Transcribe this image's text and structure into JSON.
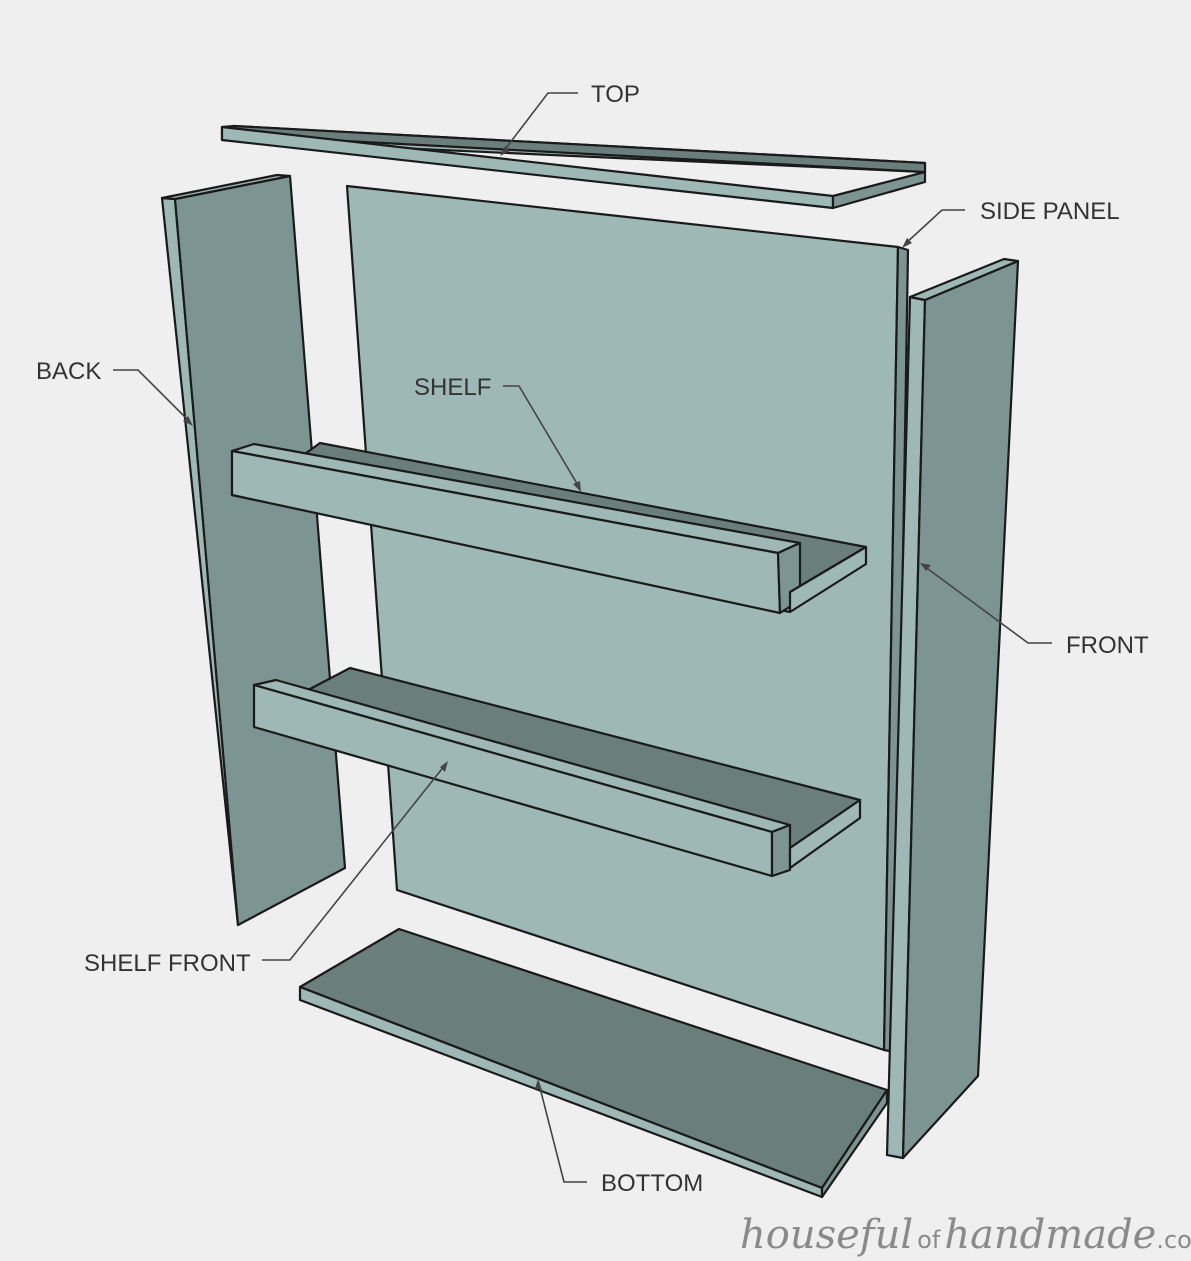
{
  "labels": {
    "top": "TOP",
    "side_panel": "SIDE PANEL",
    "back": "BACK",
    "shelf": "SHELF",
    "front": "FRONT",
    "shelf_front": "SHELF FRONT",
    "bottom": "BOTTOM"
  },
  "watermark": {
    "part1": "houseful",
    "part2": "of",
    "part3": "handmade",
    "part4": ".com"
  },
  "colors": {
    "background": "#efefef",
    "board_light": "#9eb8b5",
    "board_mid": "#7d9592",
    "board_dark": "#6a7f7b",
    "outline": "#1a1a1a",
    "label_text": "#333333"
  }
}
